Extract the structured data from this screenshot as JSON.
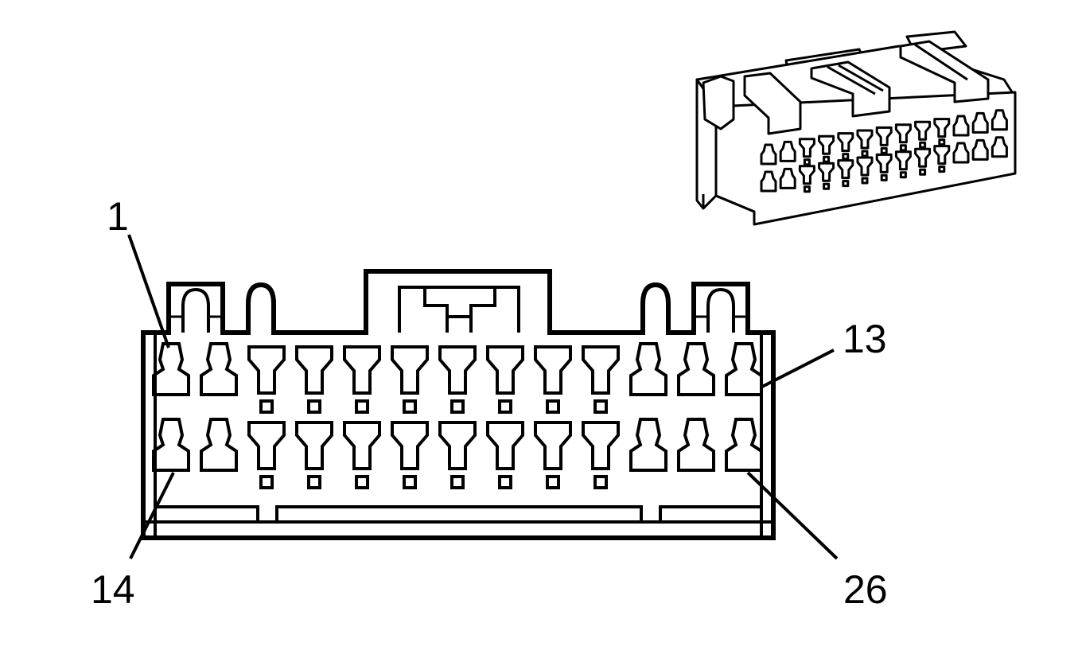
{
  "diagram": {
    "pin_labels": {
      "first_top": "1",
      "last_top": "13",
      "first_bottom": "14",
      "last_bottom": "26"
    },
    "pin_layout": {
      "rows": 2,
      "pins_per_row": 13,
      "row_pattern": [
        "tab",
        "tab",
        "t",
        "t",
        "t",
        "t",
        "t",
        "t",
        "t",
        "t",
        "tab",
        "tab",
        "tab"
      ]
    }
  }
}
